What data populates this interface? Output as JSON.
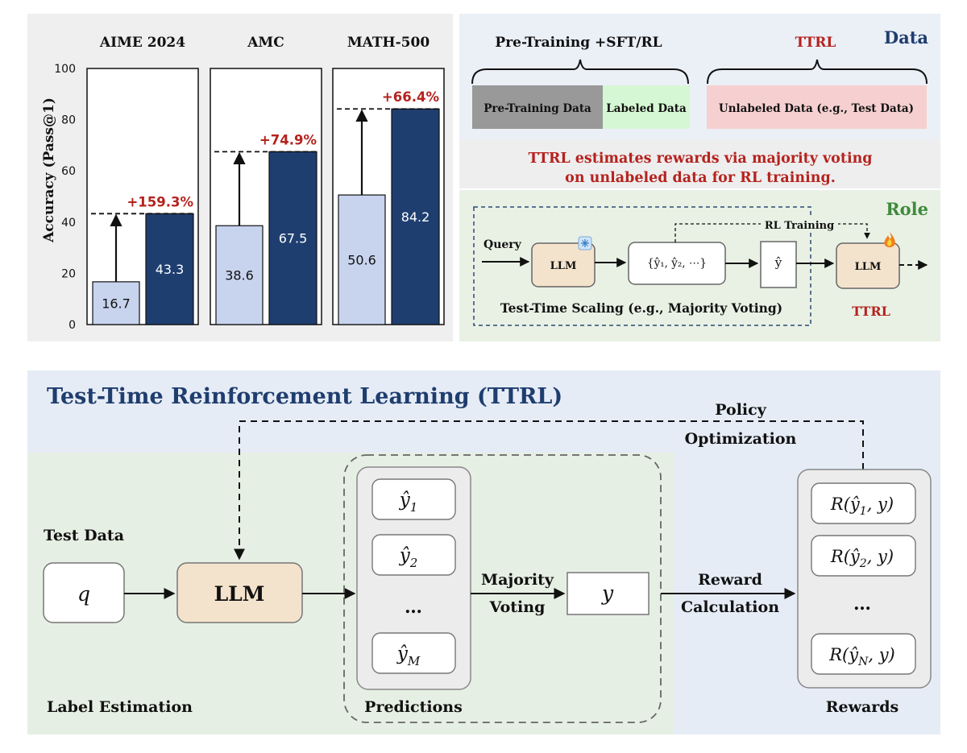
{
  "colors": {
    "before_bar": "#c8d4ee",
    "after_bar": "#1e3e70",
    "gain_text": "#b5231f",
    "title_blue": "#1f3d6e",
    "llm_fill": "#f4e3cc",
    "chart_panel_bg": "#efefef",
    "data_panel_bg": "#ebeff6",
    "mid_panel_bg": "#eeeeee",
    "role_panel_bg": "#e9f1e5",
    "green_bg": "#e6efe3",
    "blue_bg": "#e5ecf6",
    "pretrain_fill": "#999999",
    "labeled_fill": "#d6f7d3",
    "unlabeled_fill": "#f6d0d0",
    "role_title": "#3f8a3c"
  },
  "chart_data": {
    "type": "bar",
    "ylabel": "Accuracy (Pass@1)",
    "ylim": [
      0,
      100
    ],
    "yticks": [
      0,
      20,
      40,
      60,
      80,
      100
    ],
    "panels": [
      {
        "title": "AIME 2024",
        "before": 16.7,
        "after": 43.3,
        "gain": "+159.3%"
      },
      {
        "title": "AMC",
        "before": 38.6,
        "after": 67.5,
        "gain": "+74.9%"
      },
      {
        "title": "MATH-500",
        "before": 50.6,
        "after": 84.2,
        "gain": "+66.4%"
      }
    ]
  },
  "data_panel": {
    "title": "Data",
    "left_brace_label": "Pre-Training +SFT/RL",
    "right_brace_label": "TTRL",
    "pretrain_box": "Pre-Training Data",
    "labeled_box": "Labeled Data",
    "unlabeled_box": "Unlabeled Data (e.g., Test Data)"
  },
  "middle_text": {
    "line1": "TTRL estimates rewards via majority voting",
    "line2": "on unlabeled data for RL training."
  },
  "role_panel": {
    "title": "Role",
    "query_label": "Query",
    "llm_label": "LLM",
    "predictions_label": "{ŷ₁, ŷ₂, ⋯}",
    "answer_label": "ŷ",
    "rl_training_label": "RL Training",
    "llm2_label": "LLM",
    "tts_label": "Test-Time Scaling (e.g., Majority Voting)",
    "ttrl_label": "TTRL",
    "snowflake_icon": "snowflake-icon",
    "fire_icon": "fire-icon"
  },
  "ttrl_panel": {
    "title": "Test-Time Reinforcement Learning (TTRL)",
    "policy_line1": "Policy",
    "policy_line2": "Optimization",
    "test_data_label": "Test Data",
    "query_symbol": "q",
    "llm_label": "LLM",
    "predictions": [
      {
        "base": "ŷ",
        "sub": "1"
      },
      {
        "base": "ŷ",
        "sub": "2"
      },
      {
        "base": "…",
        "sub": ""
      },
      {
        "base": "ŷ",
        "sub": "M"
      }
    ],
    "predictions_label": "Predictions",
    "majority_line1": "Majority",
    "majority_line2": "Voting",
    "label_symbol": "y",
    "reward_line1": "Reward",
    "reward_line2": "Calculation",
    "rewards": [
      {
        "pre": "R(ŷ",
        "sub": "1",
        "post": ", y)"
      },
      {
        "pre": "R(ŷ",
        "sub": "2",
        "post": ", y)"
      },
      {
        "pre": "…",
        "sub": "",
        "post": ""
      },
      {
        "pre": "R(ŷ",
        "sub": "N",
        "post": ", y)"
      }
    ],
    "rewards_label": "Rewards",
    "label_estimation_label": "Label Estimation"
  }
}
